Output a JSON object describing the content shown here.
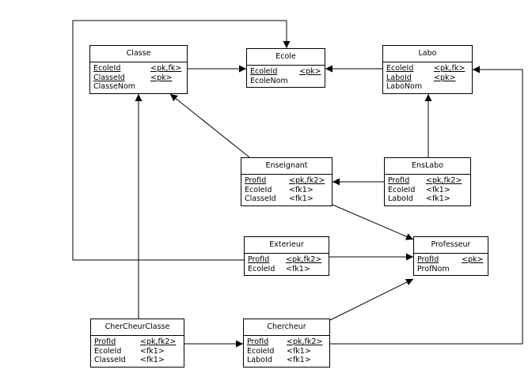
{
  "entities": {
    "classe": {
      "name": "Classe",
      "attrs": [
        {
          "name": "EcoleId",
          "key": "<pk,fk>",
          "pk": true
        },
        {
          "name": "ClasseId",
          "key": "<pk>",
          "pk": true
        },
        {
          "name": "ClasseNom",
          "key": "",
          "pk": false
        }
      ]
    },
    "ecole": {
      "name": "Ecole",
      "attrs": [
        {
          "name": "EcoleId",
          "key": "<pk>",
          "pk": true
        },
        {
          "name": "EcoleNom",
          "key": "",
          "pk": false
        }
      ]
    },
    "labo": {
      "name": "Labo",
      "attrs": [
        {
          "name": "EcoleId",
          "key": "<pk,fk>",
          "pk": true
        },
        {
          "name": "LaboId",
          "key": "<pk>",
          "pk": true
        },
        {
          "name": "LaboNom",
          "key": "",
          "pk": false
        }
      ]
    },
    "enseignant": {
      "name": "Enseignant",
      "attrs": [
        {
          "name": "ProfId",
          "key": "<pk,fk2>",
          "pk": true
        },
        {
          "name": "EcoleId",
          "key": "<fk1>",
          "pk": false
        },
        {
          "name": "ClasseId",
          "key": "<fk1>",
          "pk": false
        }
      ]
    },
    "enslabo": {
      "name": "EnsLabo",
      "attrs": [
        {
          "name": "ProfId",
          "key": "<pk,fk2>",
          "pk": true
        },
        {
          "name": "EcoleId",
          "key": "<fk1>",
          "pk": false
        },
        {
          "name": "LaboId",
          "key": "<fk1>",
          "pk": false
        }
      ]
    },
    "exterieur": {
      "name": "Exterieur",
      "attrs": [
        {
          "name": "ProfId",
          "key": "<pk,fk2>",
          "pk": true
        },
        {
          "name": "EcoleId",
          "key": "<fk1>",
          "pk": false
        }
      ]
    },
    "professeur": {
      "name": "Professeur",
      "attrs": [
        {
          "name": "ProfId",
          "key": "<pk>",
          "pk": true
        },
        {
          "name": "ProfNom",
          "key": "",
          "pk": false
        }
      ]
    },
    "chercheurclasse": {
      "name": "CherCheurClasse",
      "attrs": [
        {
          "name": "ProfId",
          "key": "<pk,fk2>",
          "pk": true
        },
        {
          "name": "EcoleId",
          "key": "<fk1>",
          "pk": false
        },
        {
          "name": "ClasseId",
          "key": "<fk1>",
          "pk": false
        }
      ]
    },
    "chercheur": {
      "name": "Chercheur",
      "attrs": [
        {
          "name": "ProfId",
          "key": "<pk,fk2>",
          "pk": true
        },
        {
          "name": "EcoleId",
          "key": "<fk1>",
          "pk": false
        },
        {
          "name": "LaboId",
          "key": "<fk1>",
          "pk": false
        }
      ]
    }
  },
  "relationships": [
    {
      "from": "classe",
      "to": "ecole"
    },
    {
      "from": "labo",
      "to": "ecole"
    },
    {
      "from": "enseignant",
      "to": "classe"
    },
    {
      "from": "enslabo",
      "to": "labo"
    },
    {
      "from": "enslabo",
      "to": "enseignant"
    },
    {
      "from": "enseignant",
      "to": "professeur"
    },
    {
      "from": "exterieur",
      "to": "ecole"
    },
    {
      "from": "exterieur",
      "to": "professeur"
    },
    {
      "from": "chercheurclasse",
      "to": "classe"
    },
    {
      "from": "chercheurclasse",
      "to": "chercheur"
    },
    {
      "from": "chercheur",
      "to": "professeur"
    },
    {
      "from": "chercheur",
      "to": "labo"
    }
  ]
}
